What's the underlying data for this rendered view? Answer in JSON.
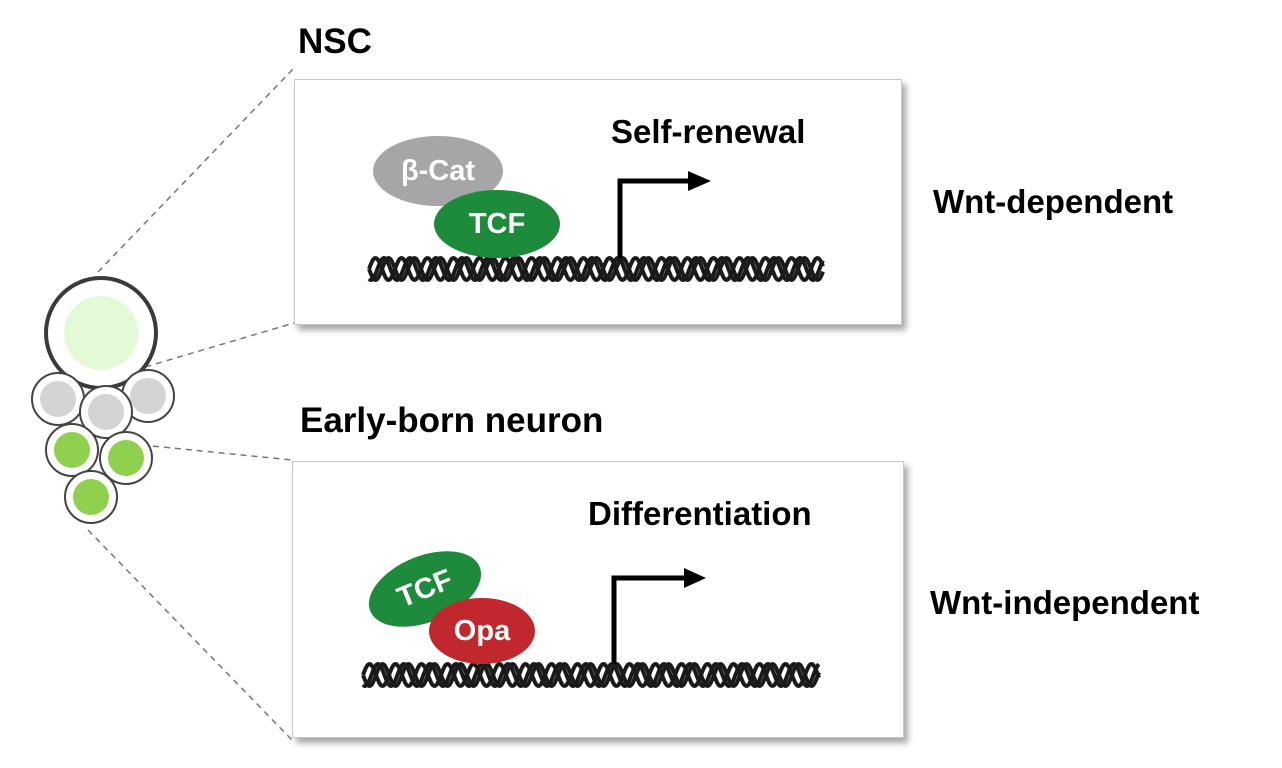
{
  "cells": {
    "title": "NSC",
    "early_title": "Early-born neuron",
    "nsc_colors": {
      "fill": "#e2fbd6",
      "stroke": "#333333"
    },
    "progenitor_colors": {
      "fill": "#d4d4d4",
      "stroke": "#333333"
    },
    "neuron_colors": {
      "fill": "#8fd14f",
      "stroke": "#333333"
    }
  },
  "panel_top": {
    "output_label": "Self-renewal",
    "side_label": "Wnt-dependent",
    "factor_a": {
      "label": "β-Cat",
      "color": "#a6a6a6"
    },
    "factor_b": {
      "label": "TCF",
      "color": "#1e8a3c"
    }
  },
  "panel_bottom": {
    "output_label": "Differentiation",
    "side_label": "Wnt-independent",
    "factor_a": {
      "label": "TCF",
      "color": "#1e8a3c"
    },
    "factor_b": {
      "label": "Opa",
      "color": "#c0282d"
    }
  }
}
